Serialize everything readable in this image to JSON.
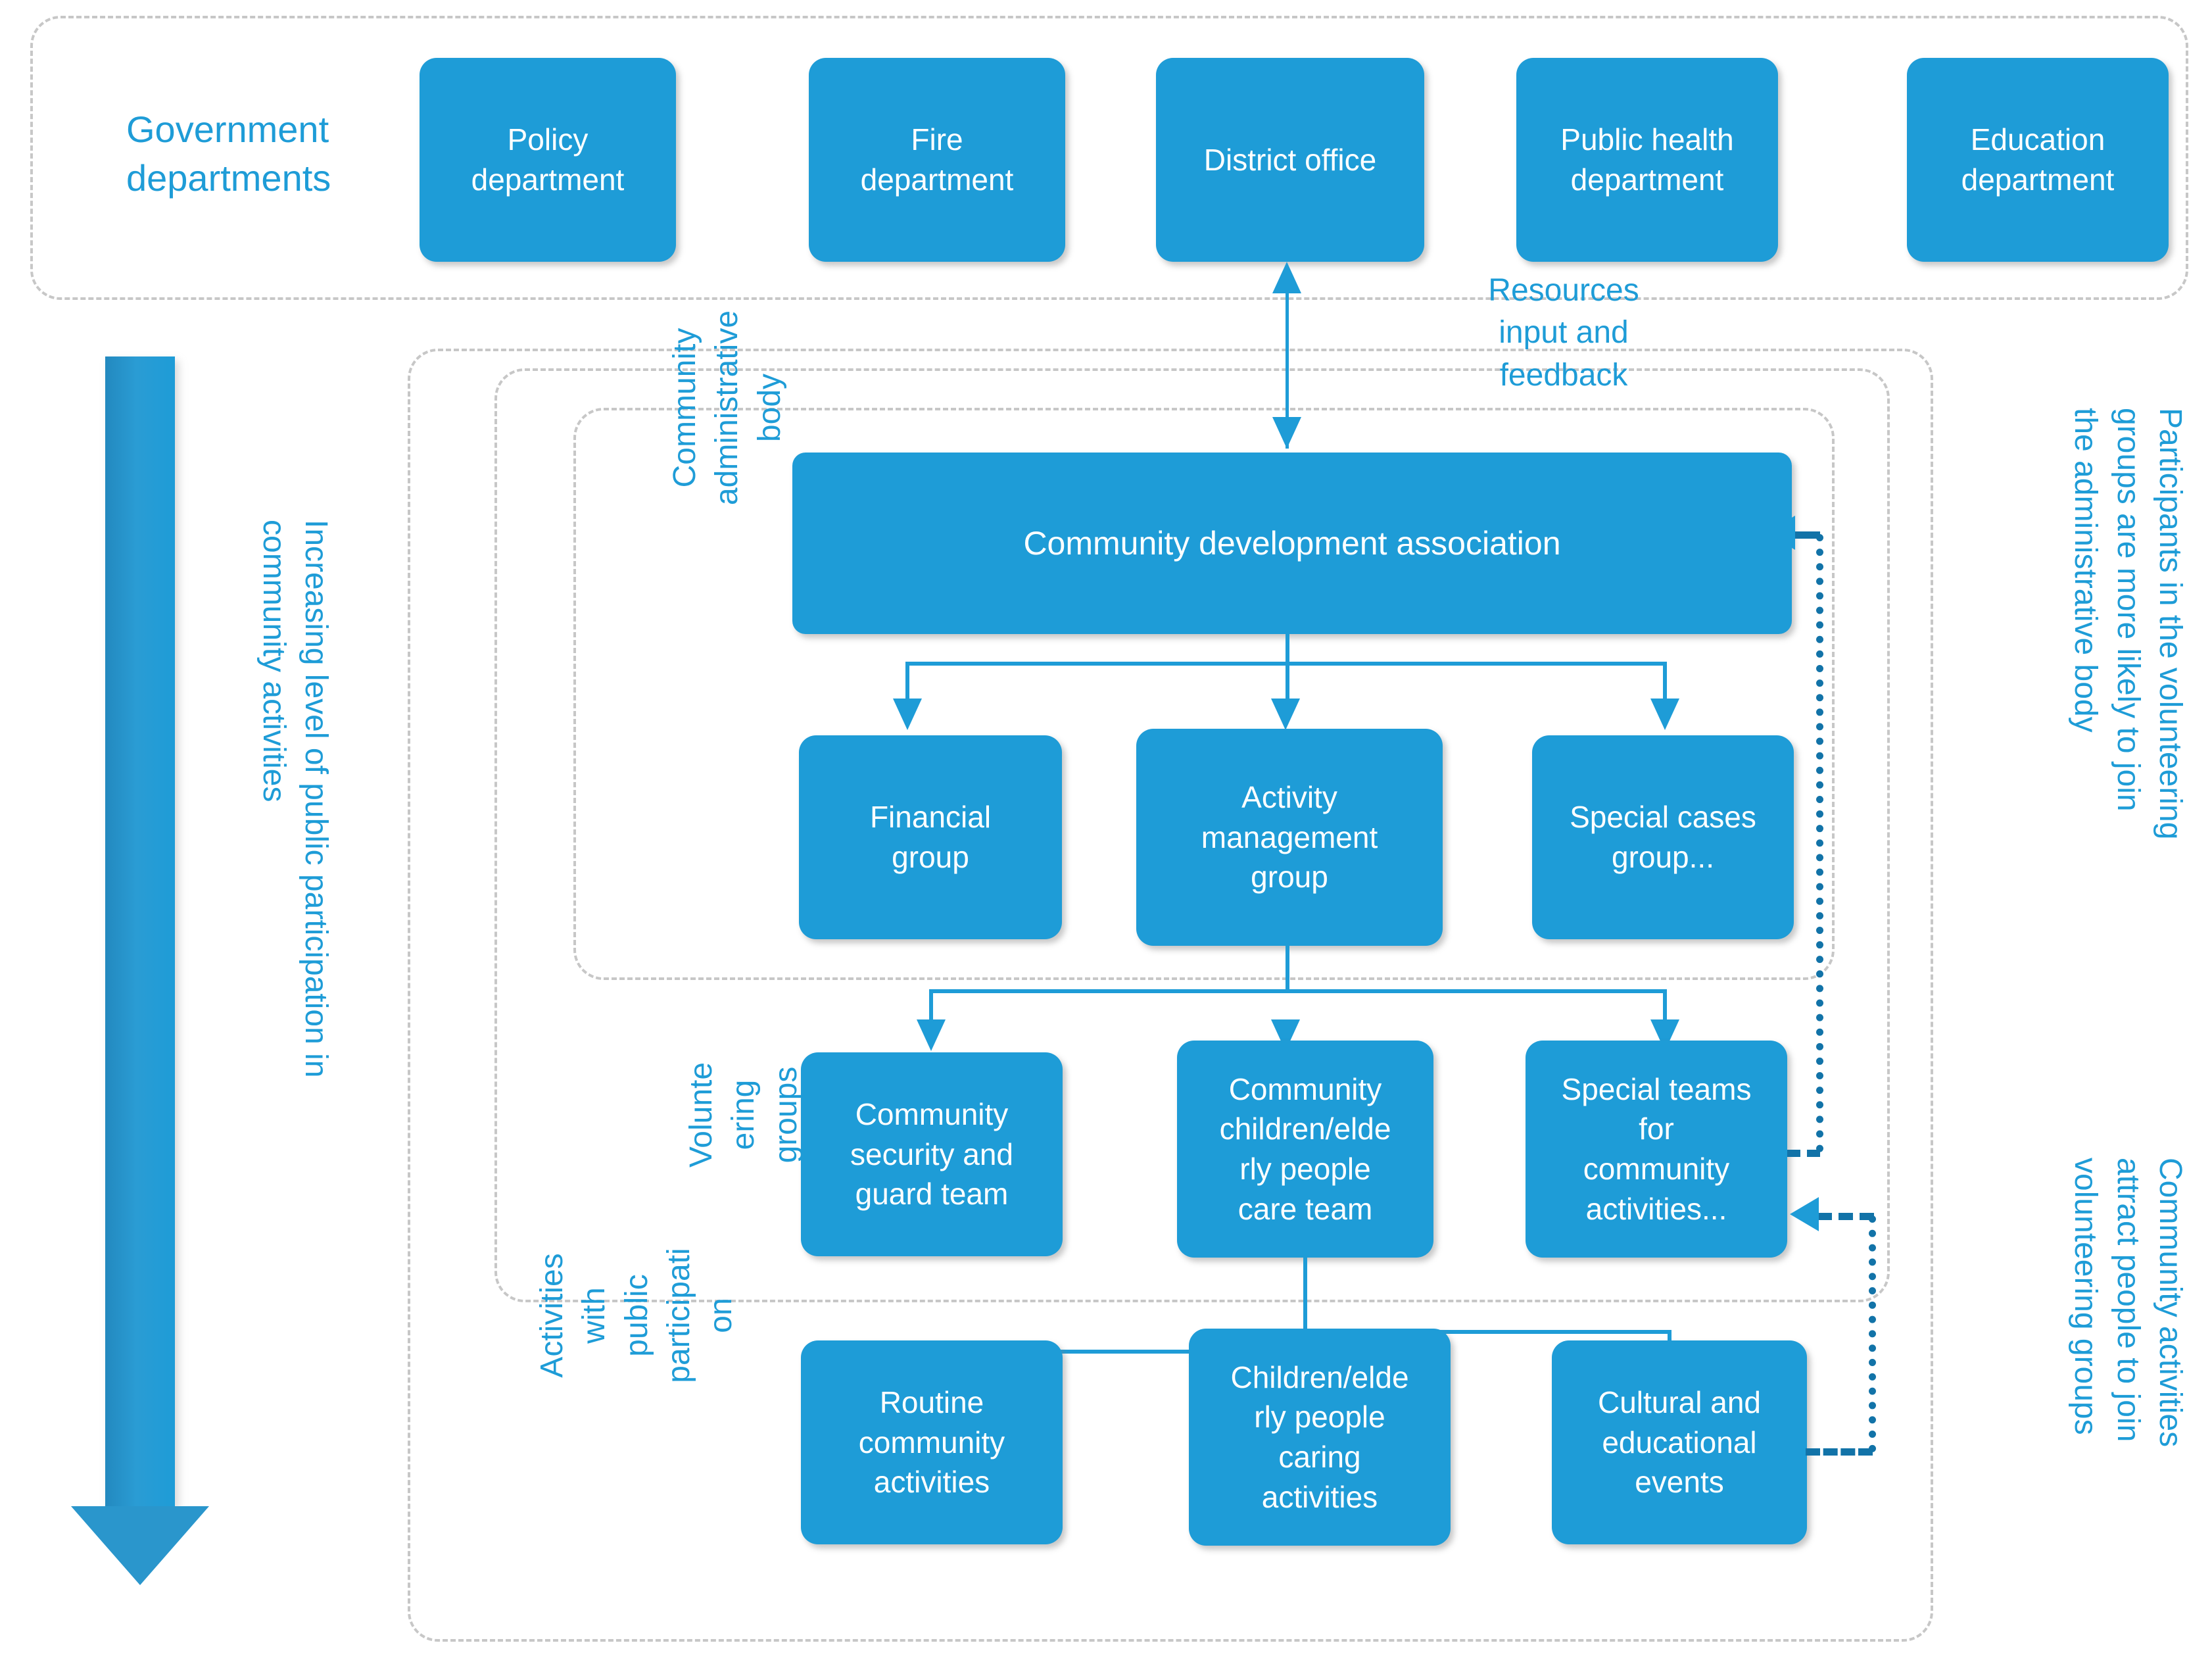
{
  "diagram": {
    "title_hidden": "",
    "accent_color": "#1E9CD7",
    "dash_color": "#C7C7C7",
    "feedback_color": "#1273A8"
  },
  "government": {
    "group_label": "Government\ndepartments",
    "departments": [
      {
        "label": "Policy\ndepartment"
      },
      {
        "label": "Fire\ndepartment"
      },
      {
        "label": "District office"
      },
      {
        "label": "Public health\ndepartment"
      },
      {
        "label": "Education\ndepartment"
      }
    ]
  },
  "connectors": {
    "resources_label": "Resources\ninput and\nfeedback"
  },
  "admin_body": {
    "group_label": "Community\nadministrative\nbody",
    "head": {
      "label": "Community development association"
    },
    "groups": [
      {
        "label": "Financial\ngroup"
      },
      {
        "label": "Activity\nmanagement\ngroup"
      },
      {
        "label": "Special cases\ngroup..."
      }
    ]
  },
  "volunteering": {
    "group_label": "Volunte\nering\ngroups",
    "teams": [
      {
        "label": "Community\nsecurity and\nguard team"
      },
      {
        "label": "Community\nchildren/elde\nrly people\ncare team"
      },
      {
        "label": "Special teams\nfor\ncommunity\nactivities..."
      }
    ]
  },
  "activities": {
    "group_label": "Activities\nwith\npublic\nparticipati\non",
    "items": [
      {
        "label": "Routine\ncommunity\nactivities"
      },
      {
        "label": "Children/elde\nrly people\ncaring\nactivities"
      },
      {
        "label": "Cultural and\neducational\nevents"
      }
    ]
  },
  "side_notes": {
    "left_arrow_label": "Increasing level of public participation in\ncommunity activities",
    "right_note_top": "Participants in the volunteering\ngroups are more likely to join\nthe administrative body",
    "right_note_bottom": "Community activities\nattract people to join\nvolunteering groups"
  }
}
